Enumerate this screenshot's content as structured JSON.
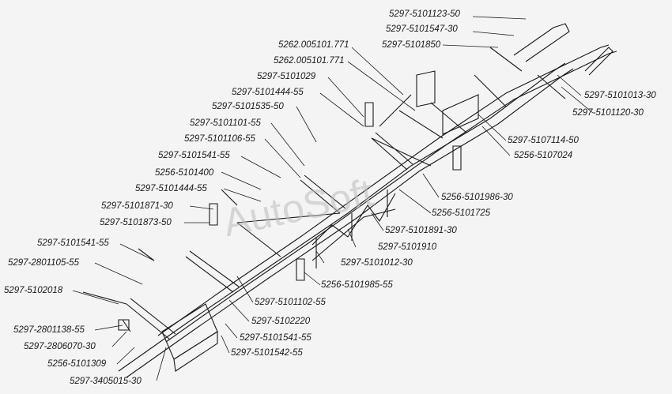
{
  "watermark": "AutoSoft",
  "labels": [
    {
      "id": "l1",
      "text": "5297-5101123-50"
    },
    {
      "id": "l2",
      "text": "5297-5101547-30"
    },
    {
      "id": "l3",
      "text": "5297-5101850"
    },
    {
      "id": "l4",
      "text": "5262.005101.771"
    },
    {
      "id": "l5",
      "text": "5262.005101.771"
    },
    {
      "id": "l6",
      "text": "5297-5101029"
    },
    {
      "id": "l7",
      "text": "5297-5101444-55"
    },
    {
      "id": "l8",
      "text": "5297-5101535-50"
    },
    {
      "id": "l9",
      "text": "5297-5101101-55"
    },
    {
      "id": "l10",
      "text": "5297-5101106-55"
    },
    {
      "id": "l11",
      "text": "5297-5101541-55"
    },
    {
      "id": "l12",
      "text": "5256-5101400"
    },
    {
      "id": "l13",
      "text": "5297-5101444-55"
    },
    {
      "id": "l14",
      "text": "5297-5101871-30"
    },
    {
      "id": "l15",
      "text": "5297-5101873-50"
    },
    {
      "id": "l16",
      "text": "5297-5101541-55"
    },
    {
      "id": "l17",
      "text": "5297-2801105-55"
    },
    {
      "id": "l18",
      "text": "5297-5102018"
    },
    {
      "id": "l19",
      "text": "5297-2801138-55"
    },
    {
      "id": "l20",
      "text": "5297-2806070-30"
    },
    {
      "id": "l21",
      "text": "5256-5101309"
    },
    {
      "id": "l22",
      "text": "5297-3405015-30"
    },
    {
      "id": "r1",
      "text": "5297-5101013-30"
    },
    {
      "id": "r2",
      "text": "5297-5101120-30"
    },
    {
      "id": "r3",
      "text": "5297-5107114-50"
    },
    {
      "id": "r4",
      "text": "5256-5107024"
    },
    {
      "id": "r5",
      "text": "5256-5101986-30"
    },
    {
      "id": "r6",
      "text": "5256-5101725"
    },
    {
      "id": "r7",
      "text": "5297-5101891-30"
    },
    {
      "id": "r8",
      "text": "5297-5101910"
    },
    {
      "id": "r9",
      "text": "5297-5101012-30"
    },
    {
      "id": "r10",
      "text": "5256-5101985-55"
    },
    {
      "id": "r11",
      "text": "5297-5101102-55"
    },
    {
      "id": "r12",
      "text": "5297-5102220"
    },
    {
      "id": "r13",
      "text": "5297-5101541-55"
    },
    {
      "id": "r14",
      "text": "5297-5101542-55"
    }
  ]
}
